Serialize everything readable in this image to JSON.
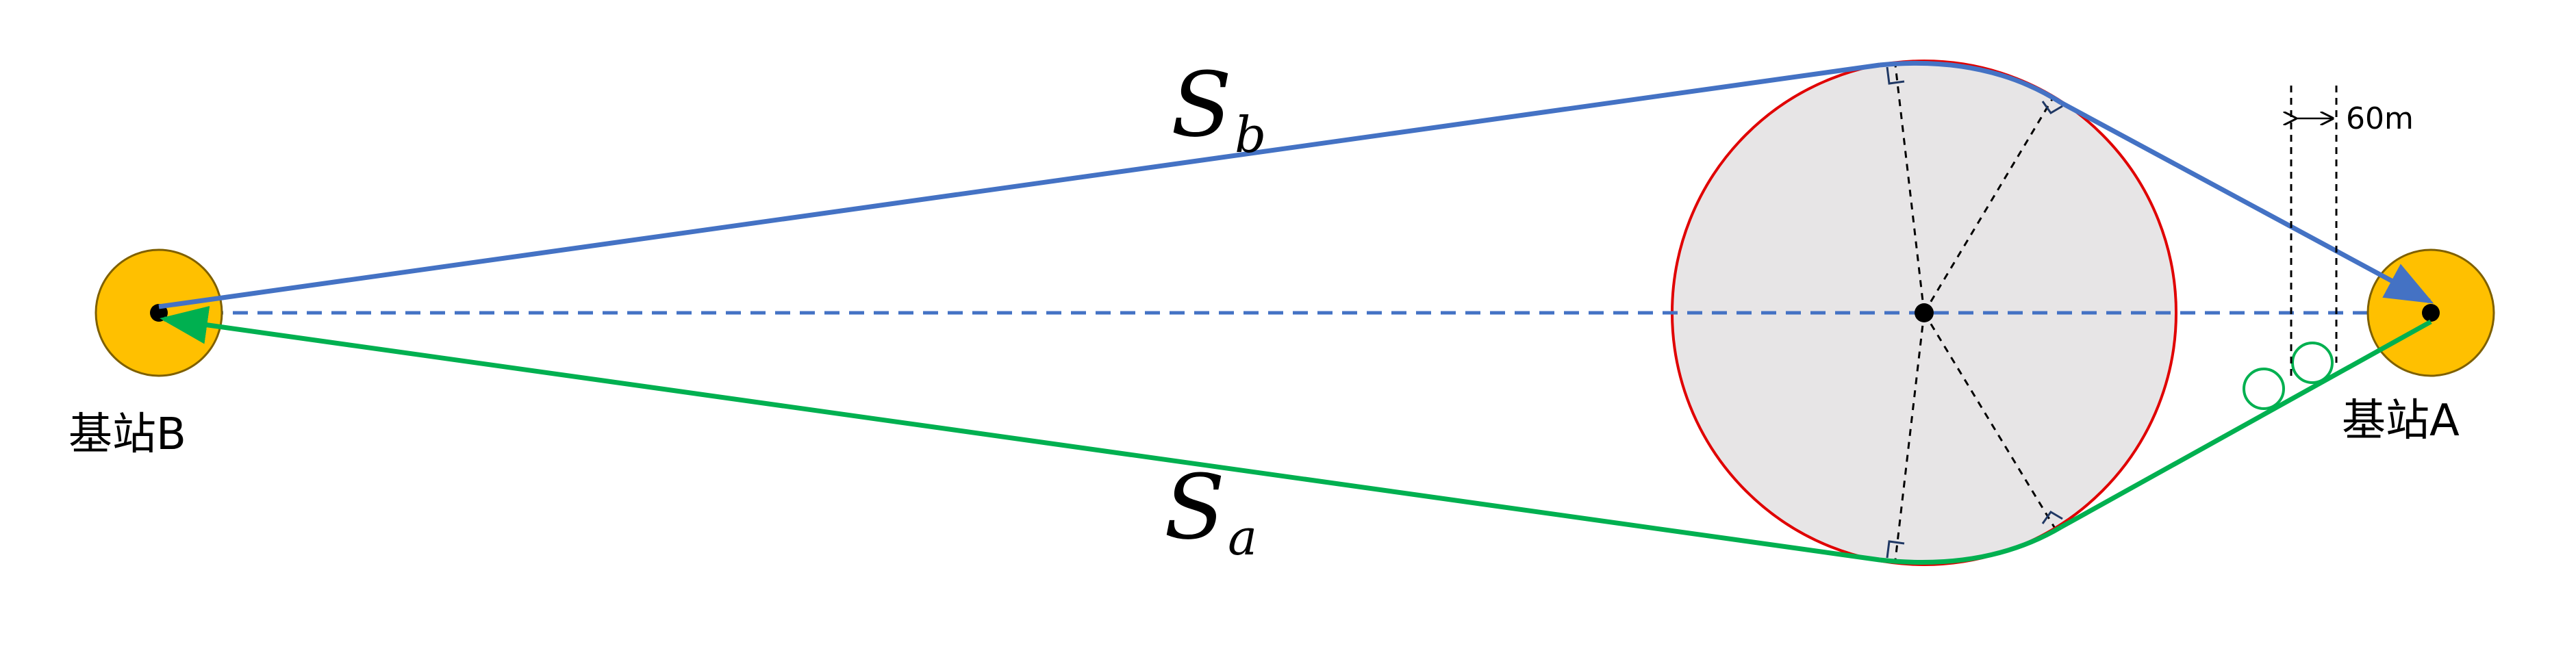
{
  "station_b": {
    "label": "基站B"
  },
  "station_a": {
    "label": "基站A"
  },
  "path_b": {
    "symbol": "S",
    "subscript": "b"
  },
  "path_a": {
    "symbol": "S",
    "subscript": "a"
  },
  "spacing": {
    "label": "60m"
  },
  "colors": {
    "station_fill": "#FFC000",
    "station_stroke": "#7F6000",
    "obstacle_fill": "#E7E5E6",
    "obstacle_stroke": "#E00000",
    "path_b": "#4472C4",
    "path_a": "#00B050",
    "baseline": "#4472C4",
    "construction": "#000000"
  }
}
